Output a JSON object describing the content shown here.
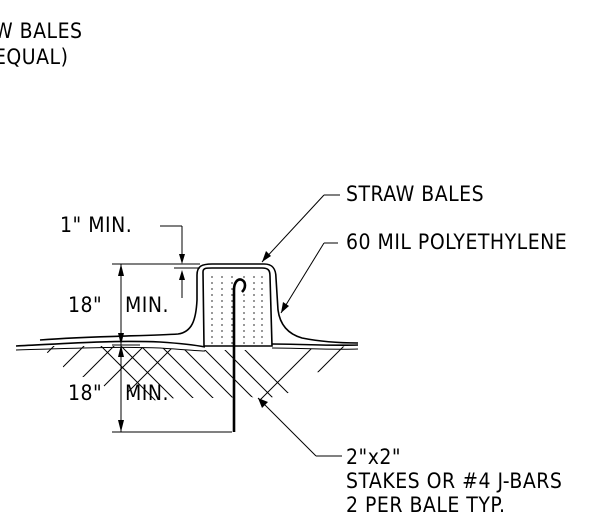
{
  "title_partial": {
    "line1": "W BALES",
    "line2": "EQUAL)"
  },
  "labels": {
    "straw_bales": "STRAW BALES",
    "polyethylene": "60 MIL POLYETHYLENE",
    "one_inch_min": "1\" MIN.",
    "eighteen_min_top_num": "18\"",
    "eighteen_min_top_unit": "MIN.",
    "eighteen_min_bottom_num": "18\"",
    "eighteen_min_bottom_unit": "MIN.",
    "stakes_line1": "2\"x2\"",
    "stakes_line2": "STAKES OR #4 J-BARS",
    "stakes_line3": "2 PER BALE TYP."
  },
  "colors": {
    "line": "#000000",
    "background": "#ffffff"
  }
}
